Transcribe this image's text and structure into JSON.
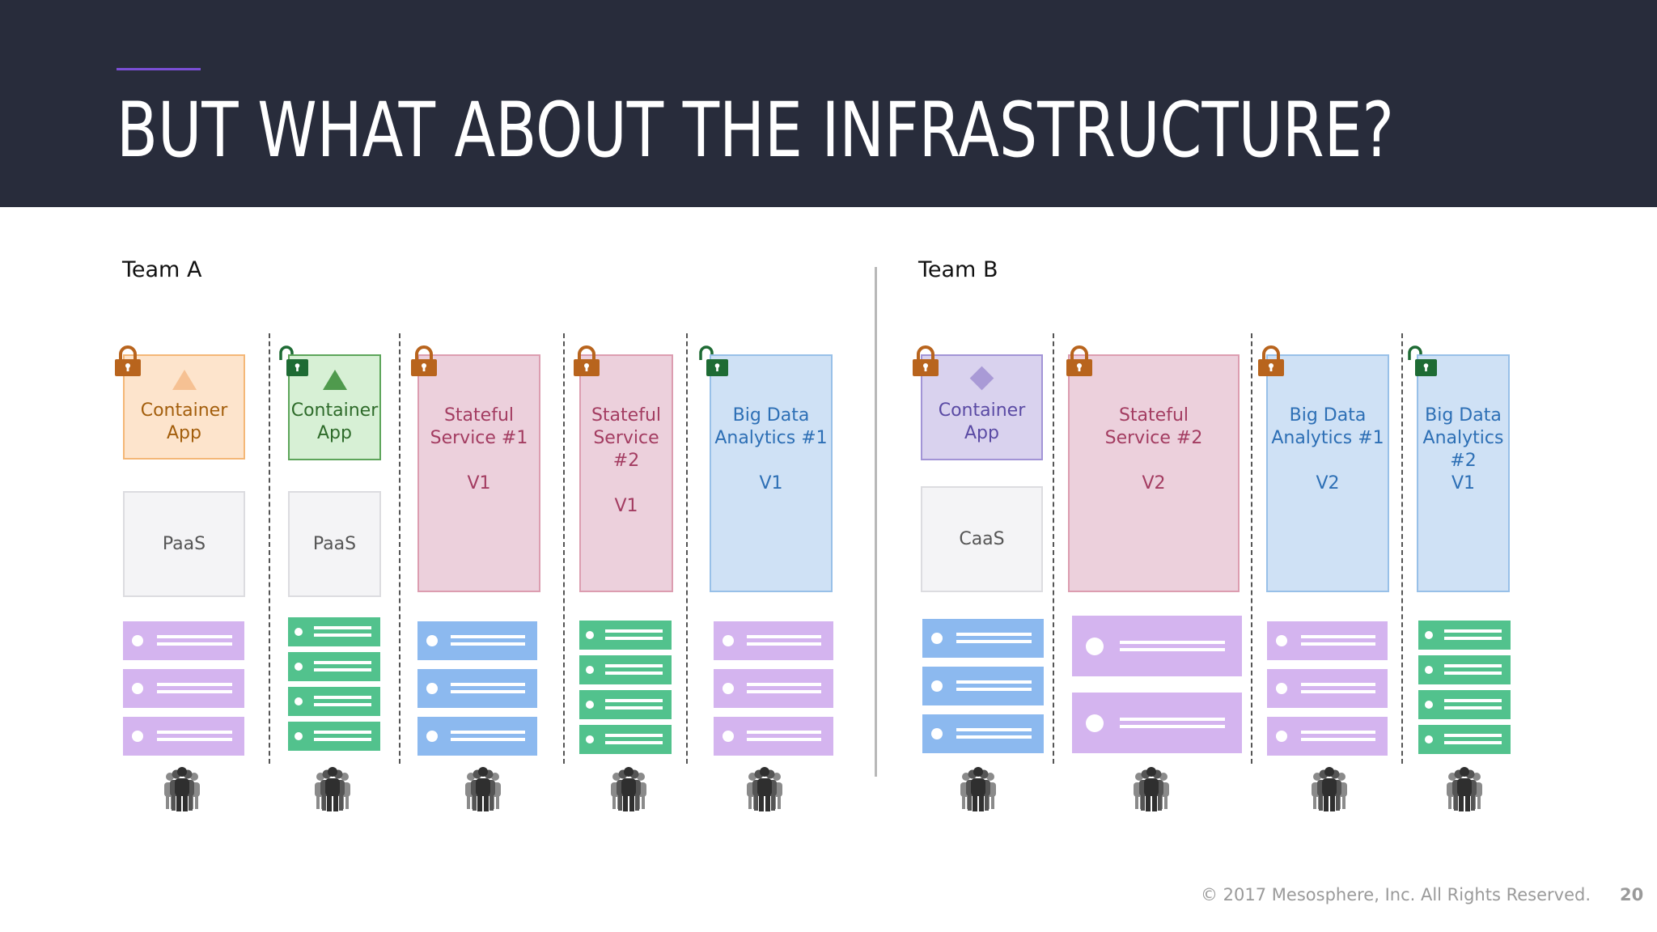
{
  "title": "BUT WHAT ABOUT THE INFRASTRUCTURE?",
  "teams": {
    "team_a": {
      "label": "Team A"
    },
    "team_b": {
      "label": "Team B"
    }
  },
  "boxes": {
    "a1_app": "Container App",
    "a1_paas": "PaaS",
    "a2_app": "Container\nApp",
    "a2_paas": "PaaS",
    "a3_service": "Stateful\nService #1\n\nV1",
    "a4_service": "Stateful\nService #2\n\nV1",
    "a5_service": "Big Data\nAnalytics #1\n\nV1",
    "b1_app": "Container\nApp",
    "b1_caas": "CaaS",
    "b2_service": "Stateful\nService #2\n\nV2",
    "b3_service": "Big Data\nAnalytics #1\n\nV2",
    "b4_service": "Big Data\nAnalytics\n#2\nV1"
  },
  "locks": {
    "closed_color": "#b8641d",
    "open_color": "#1e6b34"
  },
  "colors": {
    "header_bg": "#282c3b",
    "accent": "#7b4fd6",
    "server_purple": "#d4b4ef",
    "server_green": "#52c28d",
    "server_blue": "#8cb9ef",
    "people": "#555555"
  },
  "footer": {
    "copyright": "© 2017 Mesosphere, Inc. All Rights Reserved.",
    "page_number": "20"
  }
}
